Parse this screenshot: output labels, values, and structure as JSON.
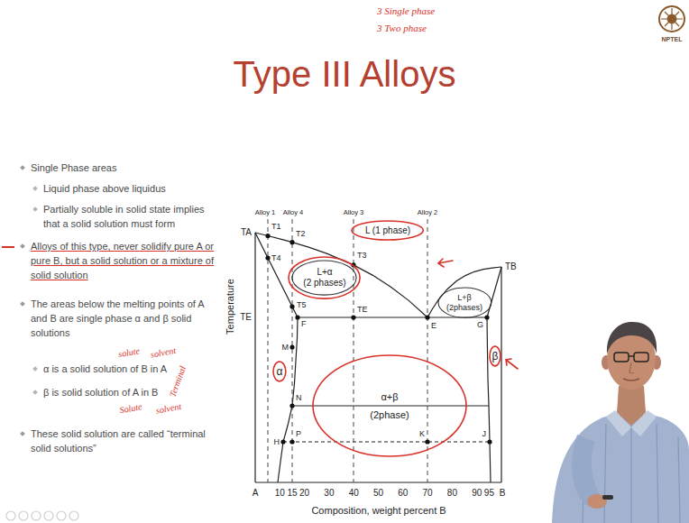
{
  "diagram": {
    "title": "Type III Alloys",
    "nodes": [
      {
        "text": [
          "L (1 phase)"
        ]
      },
      {
        "text": [
          "L+α",
          "(2 phases)"
        ]
      },
      {
        "text": [
          "L+β",
          "(2phases)"
        ]
      },
      {
        "text": [
          "α"
        ]
      },
      {
        "text": [
          "β"
        ]
      },
      {
        "text": [
          "α+β",
          "(2phase)"
        ]
      }
    ],
    "labels": [
      "3 Single phase",
      "3 Two phase",
      "NPTEL",
      "Single Phase areas",
      "Liquid phase above liquidus",
      "Partially soluble in solid state implies that a solid solution must form",
      "Alloys of this type, never solidify pure A or pure B, but a solid solution or a mixture of solid solution",
      "The areas below the melting points of A and B are single phase α and β solid solutions",
      "α is a solid solution of B in A",
      "β is solid solution of A in B",
      "These solid solution are called “terminal solid solutions”",
      "solute",
      "solvent",
      "Terminal",
      "Solute",
      "solvent",
      "Alloy 1",
      "Alloy 4",
      "Alloy 3",
      "Alloy 2",
      "TA",
      "T1",
      "T2",
      "T3",
      "T4",
      "T5",
      "TE",
      "TE",
      "F",
      "E",
      "G",
      "TB",
      "M",
      "N",
      "H",
      "P",
      "K",
      "J",
      "Temperature",
      "A",
      "10",
      "15",
      "20",
      "30",
      "40",
      "50",
      "60",
      "70",
      "80",
      "90",
      "95",
      "B",
      "Composition, weight percent B"
    ]
  }
}
